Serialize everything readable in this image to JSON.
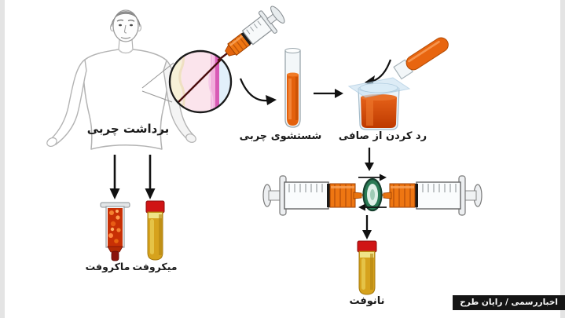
{
  "diagram": {
    "type": "process-flow",
    "language": "fa",
    "labels": {
      "harvest": "برداشت چربی",
      "washing": "شستشوی چربی",
      "filtering": "رد کردن از صافی",
      "macrofat": "ماکروفت",
      "microfat": "میکروفت",
      "nanofat": "نانوفت"
    },
    "watermark": "اخباررسمی / رایان طرح",
    "icons": {
      "body": "human-body-icon",
      "skin_zoom": "skin-zoom-circle-icon",
      "syringe": "liposuction-syringe-icon",
      "wash_tube": "test-tube-icon",
      "pour_tube": "pouring-tube-icon",
      "beaker": "beaker-icon",
      "filter_sheet": "filter-membrane-icon",
      "double_syringe": "double-syringe-icon",
      "luer_filter": "luer-lock-filter-icon",
      "macrofat_tube": "macrofat-tube-icon",
      "microfat_tube": "microfat-tube-icon",
      "nanofat_tube": "nanofat-tube-icon"
    },
    "colors": {
      "fat_orange": "#E8650F",
      "fat_gold": "#D6A21D",
      "cap_red": "#CE1312",
      "filter_green": "#2A7A55",
      "dermis_magenta": "#D85AB5",
      "epidermis_pink": "#FBE4EC",
      "watermark_bg": "#151515",
      "arrow_black": "#111111"
    }
  }
}
